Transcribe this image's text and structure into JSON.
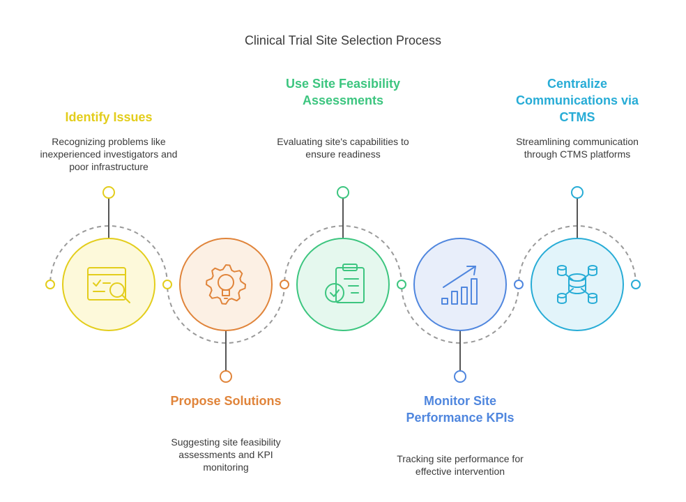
{
  "title": "Clinical Trial Site Selection Process",
  "colors": {
    "dash": "#9a9a9a",
    "text": "#3a3a3a"
  },
  "steps": [
    {
      "heading": "Identify Issues",
      "description": "Recognizing problems like inexperienced investigators and poor infrastructure",
      "icon": "search-document-icon",
      "color": "#e3cd1b",
      "fill": "#fdf9da",
      "label_position": "top"
    },
    {
      "heading": "Propose Solutions",
      "description": "Suggesting site feasibility assessments and KPI monitoring",
      "icon": "gear-lightbulb-icon",
      "color": "#e0843a",
      "fill": "#fcf0e4",
      "label_position": "bottom"
    },
    {
      "heading": "Use Site Feasibility Assessments",
      "description": "Evaluating site's capabilities to ensure readiness",
      "icon": "clipboard-check-icon",
      "color": "#3cc57f",
      "fill": "#e5f8ee",
      "label_position": "top"
    },
    {
      "heading": "Monitor Site Performance KPIs",
      "description": "Tracking site performance for effective intervention",
      "icon": "growth-chart-icon",
      "color": "#4f86de",
      "fill": "#e8eefa",
      "label_position": "bottom"
    },
    {
      "heading": "Centralize Communications via CTMS",
      "description": "Streamlining communication through CTMS platforms",
      "icon": "database-network-icon",
      "color": "#27acd6",
      "fill": "#e2f4fa",
      "label_position": "top"
    }
  ]
}
